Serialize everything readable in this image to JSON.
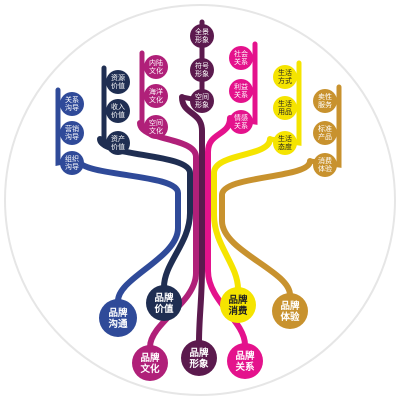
{
  "roots": [
    {
      "key": "goutong",
      "lines": [
        "品牌",
        "沟通"
      ],
      "color": "#2f4a99",
      "branches": [
        [
          "关系",
          "沟导"
        ],
        [
          "营销",
          "沟导"
        ],
        [
          "组织",
          "沟导"
        ]
      ]
    },
    {
      "key": "jiazhi",
      "lines": [
        "品牌",
        "价值"
      ],
      "color": "#1f2e52",
      "branches": [
        [
          "资源",
          "价值"
        ],
        [
          "收入",
          "价值"
        ],
        [
          "资产",
          "价值"
        ]
      ]
    },
    {
      "key": "wenhua",
      "lines": [
        "品牌",
        "文化"
      ],
      "color": "#b02079",
      "branches": [
        [
          "内陆",
          "文化"
        ],
        [
          "海洋",
          "文化"
        ],
        [
          "空间",
          "文化"
        ]
      ]
    },
    {
      "key": "xingxiang",
      "lines": [
        "品牌",
        "形象"
      ],
      "color": "#5c1a4e",
      "branches": [
        [
          "全景",
          "形象"
        ],
        [
          "符号",
          "形象"
        ],
        [
          "空间",
          "形象"
        ]
      ]
    },
    {
      "key": "guanxi",
      "lines": [
        "品牌",
        "关系"
      ],
      "color": "#e4128c",
      "branches": [
        [
          "社会",
          "关系"
        ],
        [
          "利益",
          "关系"
        ],
        [
          "情感",
          "关系"
        ]
      ]
    },
    {
      "key": "xiaofei",
      "lines": [
        "品牌",
        "消费"
      ],
      "color": "#f5e400",
      "text_color": "#222222",
      "branches": [
        [
          "生活",
          "方式"
        ],
        [
          "生活",
          "用品"
        ],
        [
          "生活",
          "态度"
        ]
      ]
    },
    {
      "key": "tiyan",
      "lines": [
        "品牌",
        "体验"
      ],
      "color": "#c8922e",
      "branches": [
        [
          "卖性",
          "服务"
        ],
        [
          "标准",
          "产品"
        ],
        [
          "消费",
          "体验"
        ]
      ]
    }
  ]
}
